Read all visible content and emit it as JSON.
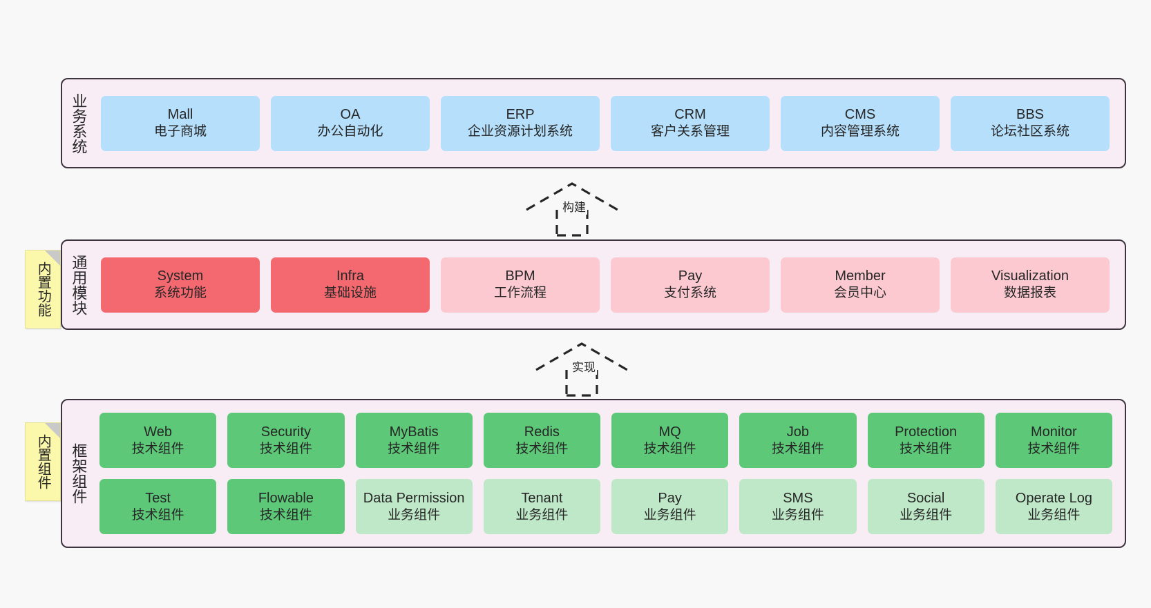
{
  "canvas": {
    "background": "#f8f8f8"
  },
  "palette": {
    "container_bg": "#f8ecf5",
    "container_border": "#3d3440",
    "blue": "#b5dffb",
    "red": "#f4696f",
    "pink": "#fcc9d1",
    "green": "#5dc878",
    "light_green": "#bfe8c8",
    "note_yellow": "#fbf7ab"
  },
  "sections": [
    {
      "id": "business-systems",
      "label": "业务系统",
      "cards": [
        {
          "name": "Mall",
          "desc": "电子商城",
          "color": "blue"
        },
        {
          "name": "OA",
          "desc": "办公自动化",
          "color": "blue"
        },
        {
          "name": "ERP",
          "desc": "企业资源计划系统",
          "color": "blue"
        },
        {
          "name": "CRM",
          "desc": "客户关系管理",
          "color": "blue"
        },
        {
          "name": "CMS",
          "desc": "内容管理系统",
          "color": "blue"
        },
        {
          "name": "BBS",
          "desc": "论坛社区系统",
          "color": "blue"
        }
      ]
    },
    {
      "id": "common-modules",
      "label": "通用模块",
      "note": "内置功能",
      "cards": [
        {
          "name": "System",
          "desc": "系统功能",
          "color": "red"
        },
        {
          "name": "Infra",
          "desc": "基础设施",
          "color": "red"
        },
        {
          "name": "BPM",
          "desc": "工作流程",
          "color": "pink"
        },
        {
          "name": "Pay",
          "desc": "支付系统",
          "color": "pink"
        },
        {
          "name": "Member",
          "desc": "会员中心",
          "color": "pink"
        },
        {
          "name": "Visualization",
          "desc": "数据报表",
          "color": "pink"
        }
      ]
    },
    {
      "id": "framework-components",
      "label": "框架组件",
      "note": "内置组件",
      "cards": [
        {
          "name": "Web",
          "desc": "技术组件",
          "color": "green"
        },
        {
          "name": "Security",
          "desc": "技术组件",
          "color": "green"
        },
        {
          "name": "MyBatis",
          "desc": "技术组件",
          "color": "green"
        },
        {
          "name": "Redis",
          "desc": "技术组件",
          "color": "green"
        },
        {
          "name": "MQ",
          "desc": "技术组件",
          "color": "green"
        },
        {
          "name": "Job",
          "desc": "技术组件",
          "color": "green"
        },
        {
          "name": "Protection",
          "desc": "技术组件",
          "color": "green"
        },
        {
          "name": "Monitor",
          "desc": "技术组件",
          "color": "green"
        },
        {
          "name": "Test",
          "desc": "技术组件",
          "color": "green"
        },
        {
          "name": "Flowable",
          "desc": "技术组件",
          "color": "green"
        },
        {
          "name": "Data Permission",
          "desc": "业务组件",
          "color": "light_green"
        },
        {
          "name": "Tenant",
          "desc": "业务组件",
          "color": "light_green"
        },
        {
          "name": "Pay",
          "desc": "业务组件",
          "color": "light_green"
        },
        {
          "name": "SMS",
          "desc": "业务组件",
          "color": "light_green"
        },
        {
          "name": "Social",
          "desc": "业务组件",
          "color": "light_green"
        },
        {
          "name": "Operate Log",
          "desc": "业务组件",
          "color": "light_green"
        }
      ]
    }
  ],
  "connectors": [
    {
      "id": "build-arrow",
      "label": "构建"
    },
    {
      "id": "implement-arrow",
      "label": "实现"
    }
  ]
}
